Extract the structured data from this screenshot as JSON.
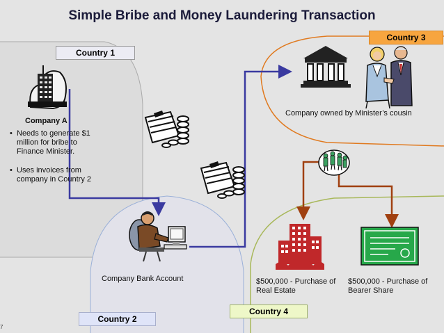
{
  "title": "Simple Bribe and Money Laundering Transaction",
  "countries": {
    "country1": "Country 1",
    "country2": "Country 2",
    "country3": "Country 3",
    "country4": "Country 4"
  },
  "company_a": {
    "name": "Company A",
    "bullets": [
      "Needs to generate $1 million for bribe to Finance Minister.",
      "Uses invoices from company in Country 2"
    ]
  },
  "cousin_company_label": "Company owned by Minister’s cousin",
  "bank_account_label": "Company Bank Account",
  "real_estate_label": "$500,000 - Purchase of Real Estate",
  "bearer_share_label": "$500,000 - Purchase of Bearer Share",
  "page_number": "7",
  "icons": [
    "office-building-icon",
    "money-stack-icon",
    "businessman-at-computer-icon",
    "bank-building-icon",
    "handshake-people-icon",
    "group-people-icon",
    "apartment-building-icon",
    "bearer-certificate-icon"
  ],
  "colors": {
    "arrow_blue": "#3a3aa0",
    "arrow_brown": "#a04010",
    "country3_badge": "#f7a53f",
    "country3_region": "#e07a20",
    "country4_region": "#a8b85a",
    "country2_region": "#9ab0d8"
  }
}
